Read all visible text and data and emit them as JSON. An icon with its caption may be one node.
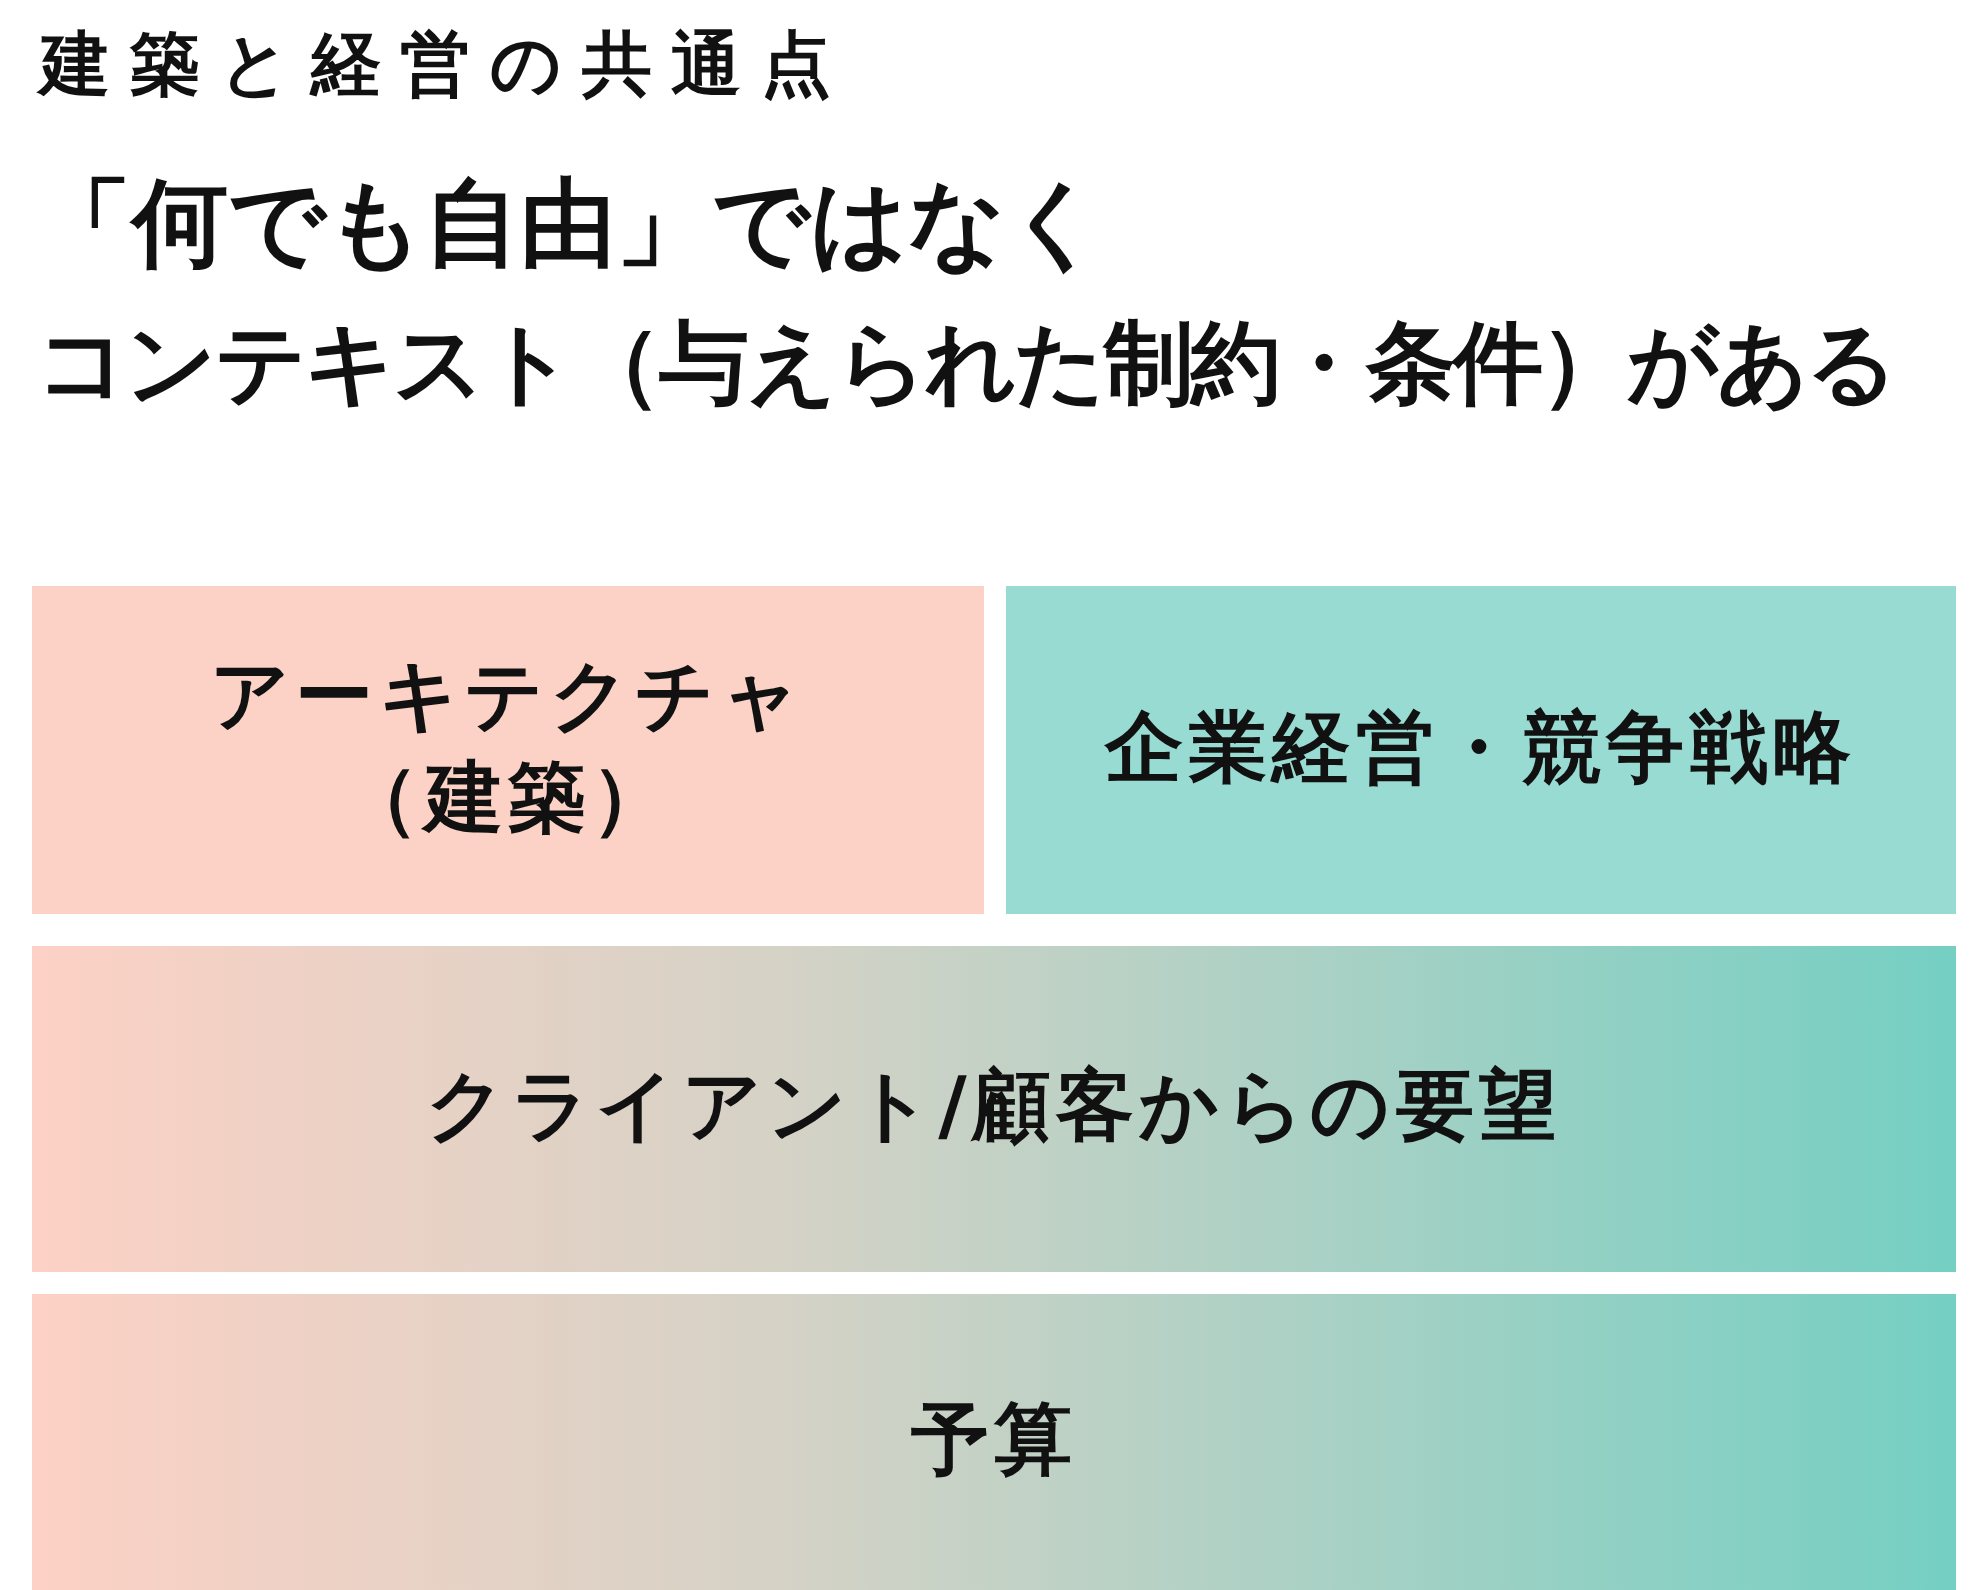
{
  "diagram": {
    "title": "建築と経営の共通点",
    "nodes": [
      {
        "text": [
          "アーキテクチャ（建築）"
        ]
      },
      {
        "text": [
          "企業経営・競争戦略"
        ]
      },
      {
        "text": [
          "クライアント/顧客からの要望"
        ]
      },
      {
        "text": [
          "予算"
        ]
      }
    ],
    "labels": [
      "「何でも自由」ではなく",
      "コンテキスト（与えられた制約・条件）がある"
    ]
  }
}
